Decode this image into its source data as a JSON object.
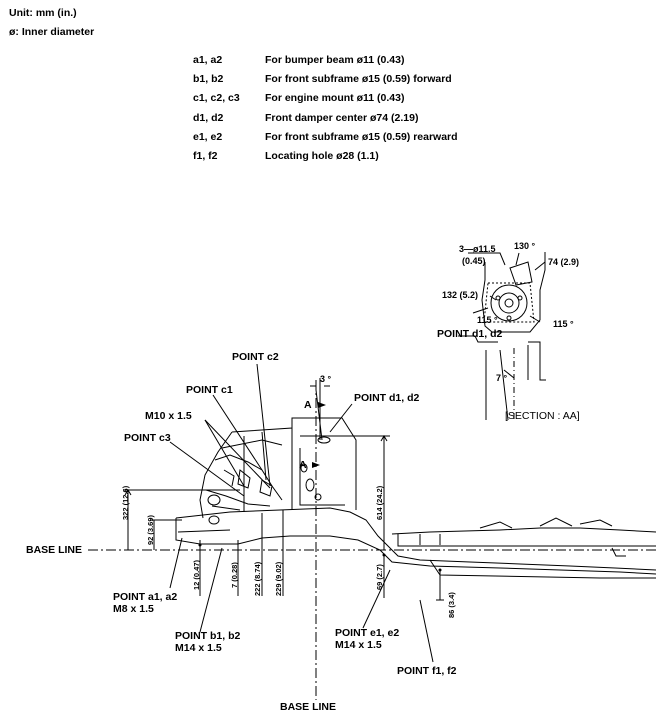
{
  "header": {
    "unit": "Unit: mm (in.)",
    "inner_diameter": "ø: Inner diameter"
  },
  "legend": [
    {
      "key": "a1, a2",
      "desc": "For bumper beam ø11 (0.43)"
    },
    {
      "key": "b1, b2",
      "desc": "For front subframe ø15 (0.59) forward"
    },
    {
      "key": "c1, c2, c3",
      "desc": "For engine mount ø11 (0.43)"
    },
    {
      "key": "d1, d2",
      "desc": "Front damper center ø74 (2.19)"
    },
    {
      "key": "e1, e2",
      "desc": "For front subframe ø15 (0.59) rearward"
    },
    {
      "key": "f1, f2",
      "desc": "Locating hole ø28 (1.1)"
    }
  ],
  "section": {
    "dia_a": "3—ø11.5",
    "dia_b": "(0.45)",
    "angle_top": "130 °",
    "dim_74": "74 (2.9)",
    "dim_132": "132 (5.2)",
    "angle_left": "115 °",
    "angle_right": "115 °",
    "point_label": "POINT d1, d2",
    "angle_7": "7 °",
    "title": "[SECTION : AA]"
  },
  "callouts": {
    "point_c2": "POINT c2",
    "point_c1": "POINT c1",
    "m10": "M10 x 1.5",
    "point_c3": "POINT c3",
    "point_d": "POINT d1, d2",
    "angle_3": "3 °",
    "marker_a": "A",
    "marker_a2": "A",
    "base_line_h": "BASE LINE",
    "base_line_v": "BASE LINE",
    "point_a": "POINT a1, a2",
    "m8": "M8 x 1.5",
    "point_b": "POINT b1, b2",
    "m14_b": "M14 x 1.5",
    "point_e": "POINT e1, e2",
    "m14_e": "M14 x 1.5",
    "point_f": "POINT f1, f2"
  },
  "dimensions": {
    "d322": "322 (12.6)",
    "d92": "92 (3.69)",
    "d12": "12 (0.47)",
    "d7": "7 (0.28)",
    "d222": "222 (8.74)",
    "d229": "229 (9.02)",
    "d614": "614 (24.2)",
    "d69": "69 (2.7)",
    "d86": "86 (3.4)"
  }
}
